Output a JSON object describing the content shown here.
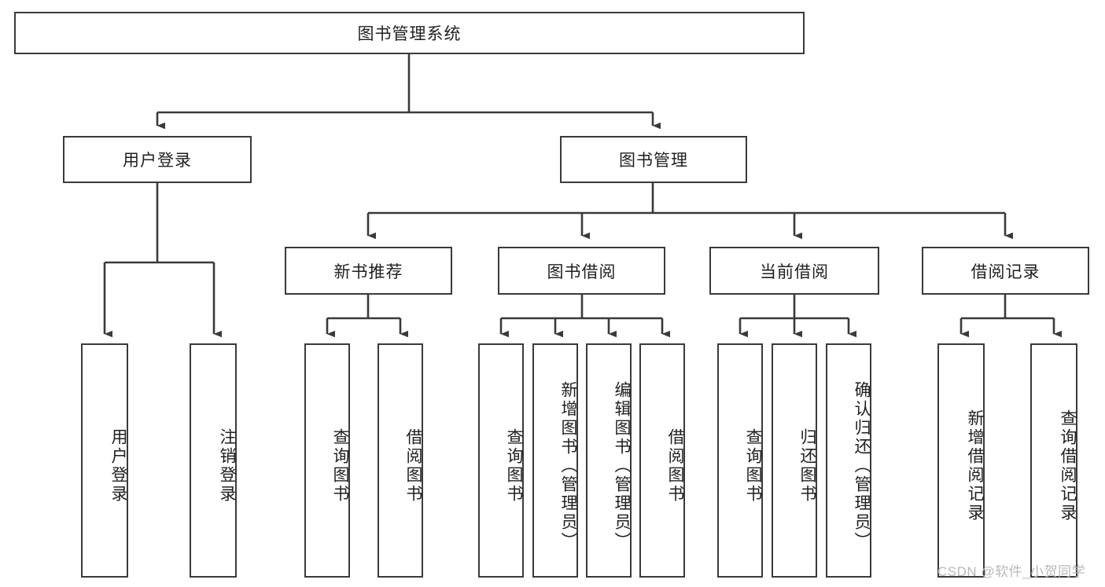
{
  "diagram": {
    "type": "tree-hierarchy",
    "title": "图书管理系统",
    "root": {
      "id": "root",
      "label": "图书管理系统"
    },
    "level2": [
      {
        "id": "user-login",
        "label": "用户登录"
      },
      {
        "id": "book-manage",
        "label": "图书管理"
      }
    ],
    "level3": [
      {
        "id": "new-book-recommend",
        "label": "新书推荐"
      },
      {
        "id": "book-borrow",
        "label": "图书借阅"
      },
      {
        "id": "current-borrow",
        "label": "当前借阅"
      },
      {
        "id": "borrow-record",
        "label": "借阅记录"
      }
    ],
    "leaves": [
      {
        "id": "leaf-user-login",
        "label": "用户登录",
        "parent": "user-login"
      },
      {
        "id": "leaf-user-logout",
        "label": "注销登录",
        "parent": "user-login"
      },
      {
        "id": "leaf-query-book-1",
        "label": "查询图书",
        "parent": "new-book-recommend"
      },
      {
        "id": "leaf-borrow-book-1",
        "label": "借阅图书",
        "parent": "new-book-recommend"
      },
      {
        "id": "leaf-query-book-2",
        "label": "查询图书",
        "parent": "book-borrow"
      },
      {
        "id": "leaf-add-book",
        "label": "新增图书（管理员）",
        "parent": "book-borrow"
      },
      {
        "id": "leaf-edit-book",
        "label": "编辑图书（管理员）",
        "parent": "book-borrow"
      },
      {
        "id": "leaf-borrow-book-2",
        "label": "借阅图书",
        "parent": "book-borrow"
      },
      {
        "id": "leaf-query-book-3",
        "label": "查询图书",
        "parent": "current-borrow"
      },
      {
        "id": "leaf-return-book",
        "label": "归还图书",
        "parent": "current-borrow"
      },
      {
        "id": "leaf-confirm-return",
        "label": "确认归还（管理员）",
        "parent": "current-borrow"
      },
      {
        "id": "leaf-add-record",
        "label": "新增借阅记录",
        "parent": "borrow-record"
      },
      {
        "id": "leaf-query-record",
        "label": "查询借阅记录",
        "parent": "borrow-record"
      }
    ],
    "colors": {
      "stroke": "#3a3a3a",
      "fill": "#ffffff",
      "text": "#1f1f1f",
      "watermark": "#b9b9b9"
    }
  },
  "watermark": {
    "text": "CSDN @软件_小贺同学"
  }
}
